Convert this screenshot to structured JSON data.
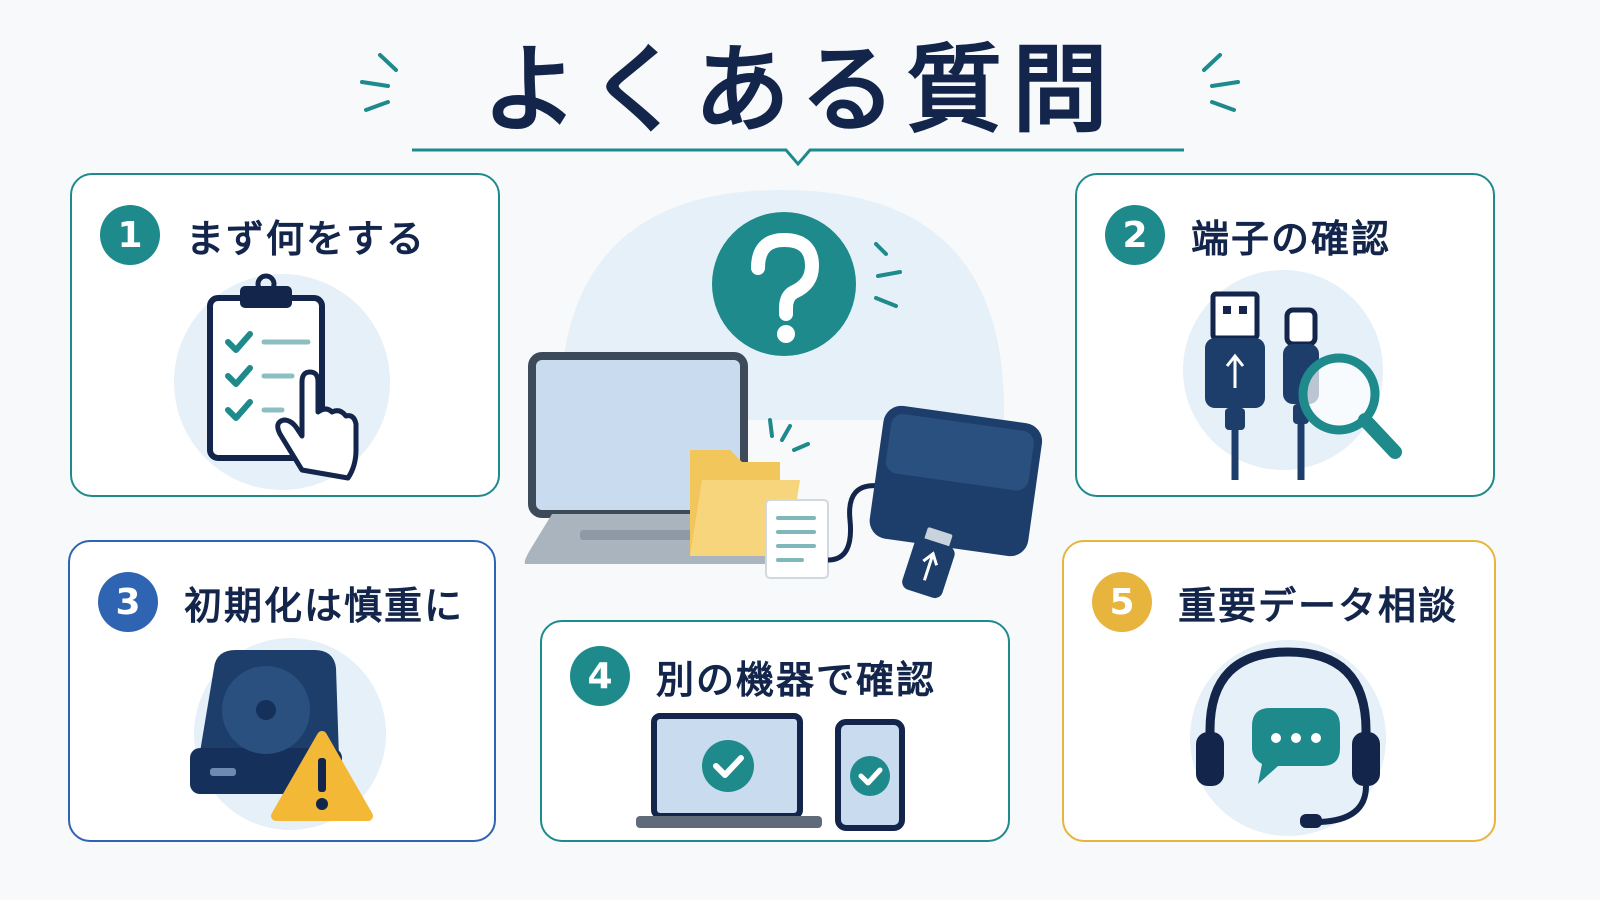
{
  "title": "よくある質問",
  "colors": {
    "navy": "#13254a",
    "teal": "#1e8a8c",
    "blue": "#2f64b2",
    "amber": "#e7b43d",
    "light_blue": "#e6f0f8"
  },
  "cards": [
    {
      "number": "1",
      "label": "まず何をする",
      "icon": "clipboard-checklist-icon"
    },
    {
      "number": "2",
      "label": "端子の確認",
      "icon": "usb-cables-magnifier-icon"
    },
    {
      "number": "3",
      "label": "初期化は慎重に",
      "icon": "hard-drive-warning-icon"
    },
    {
      "number": "4",
      "label": "別の機器で確認",
      "icon": "laptop-phone-check-icon"
    },
    {
      "number": "5",
      "label": "重要データ相談",
      "icon": "headset-chat-icon"
    }
  ],
  "center": {
    "icon": "laptop-question-drive-icon"
  }
}
